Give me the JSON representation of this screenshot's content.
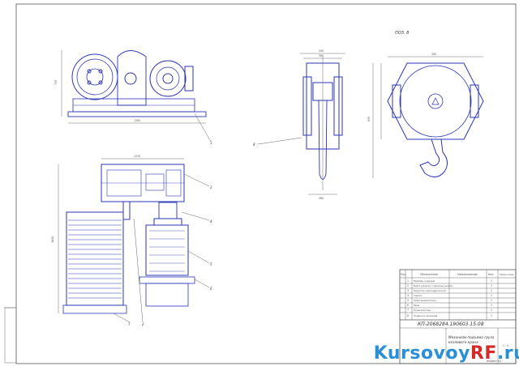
{
  "drawing": {
    "pos_label": "ПОЗ. 8",
    "code": "КП-2068284.190603.15.08",
    "title_line1": "Механизм подъема груза",
    "title_line2": "козлового крана",
    "sheet_info": "1 : 4",
    "format": "Формат A1"
  },
  "spec_table": {
    "headers": [
      "Поз.",
      "Обозначение",
      "Наименование",
      "Кол.",
      "Приме-чание"
    ],
    "rows": [
      {
        "pos": "1",
        "name": "Барабан подъема",
        "qty": "1"
      },
      {
        "pos": "2",
        "name": "Муфта зубчатая с тормозным шкивом",
        "qty": "1"
      },
      {
        "pos": "3",
        "name": "Редуктор цилиндрический",
        "qty": "1"
      },
      {
        "pos": "4",
        "name": "Тормоз",
        "qty": "1"
      },
      {
        "pos": "5",
        "name": "Электродвигатель",
        "qty": "1"
      },
      {
        "pos": "6",
        "name": "Рама",
        "qty": "1"
      },
      {
        "pos": "7",
        "name": "Ограничитель",
        "qty": "1"
      },
      {
        "pos": "8",
        "name": "Подвеска крюковая",
        "qty": "1"
      }
    ]
  },
  "leaders": [
    "1",
    "2",
    "3",
    "4",
    "5",
    "6",
    "7",
    "8"
  ],
  "dims": {
    "top_width": "1285",
    "side_height": "735",
    "pulley_top": "290",
    "pulley_top2": "380",
    "pulley_bottom": "380",
    "hook_width": "440",
    "hook_height": "835",
    "plan_top": "1230",
    "plan_height": "1630"
  },
  "watermark": {
    "part1": "Kursovoy",
    "part2": "RF",
    "part3": ".ru"
  },
  "colors": {
    "lines": "#2b35b8",
    "frame": "#555555"
  }
}
